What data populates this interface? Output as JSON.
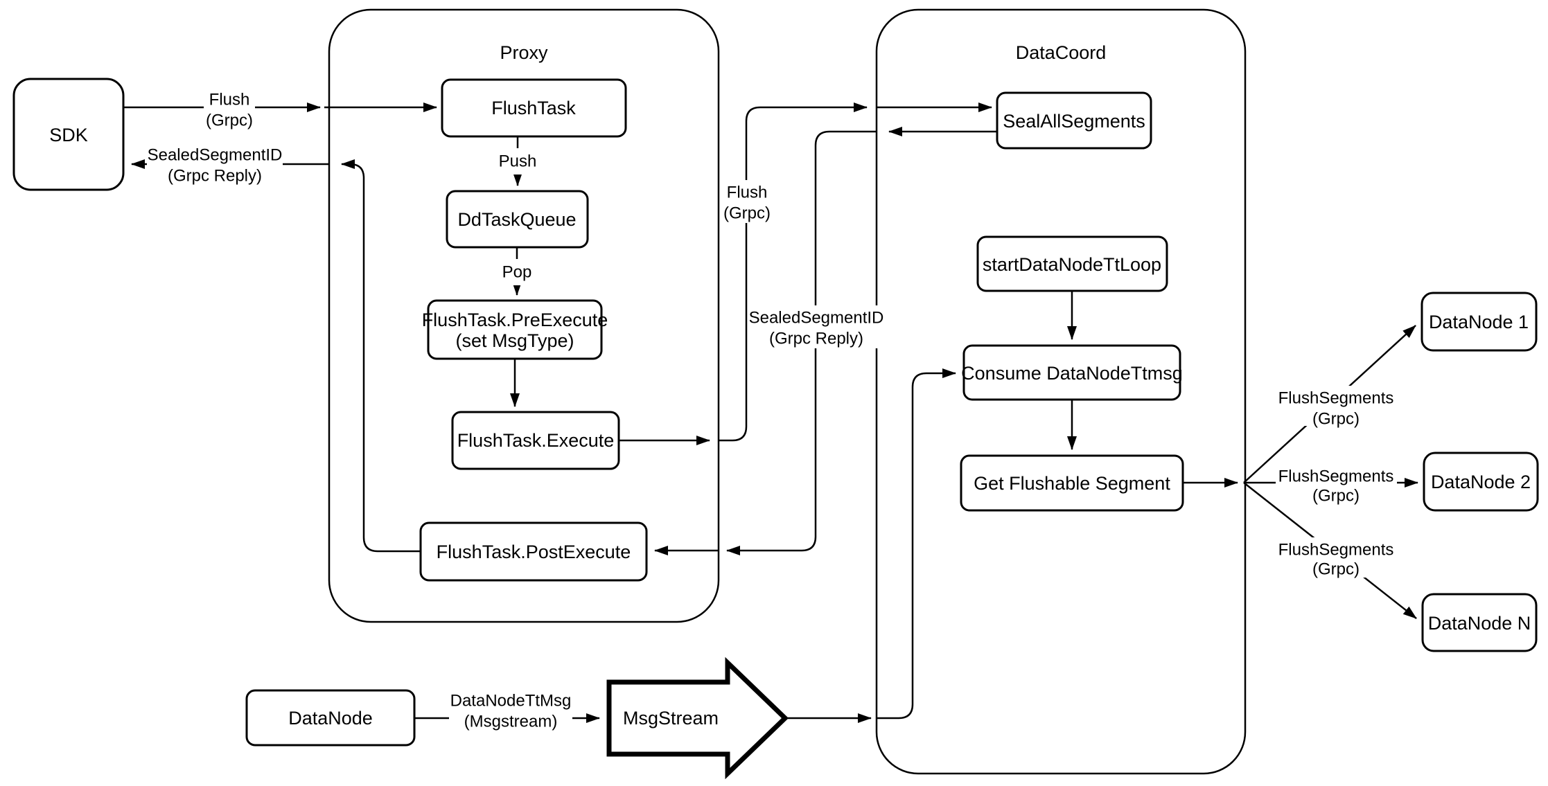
{
  "diagram": {
    "colors": {
      "stroke": "#000000",
      "background": "#ffffff"
    },
    "containers": {
      "proxy": {
        "title": "Proxy"
      },
      "datacoord": {
        "title": "DataCoord"
      }
    },
    "nodes": {
      "sdk": {
        "label": "SDK"
      },
      "flush_task": {
        "label": "FlushTask"
      },
      "dd_task_queue": {
        "label": "DdTaskQueue"
      },
      "pre_execute": {
        "label": "FlushTask.PreExecute",
        "label2": "(set MsgType)"
      },
      "execute": {
        "label": "FlushTask.Execute"
      },
      "post_execute": {
        "label": "FlushTask.PostExecute"
      },
      "seal_all_segments": {
        "label": "SealAllSegments"
      },
      "start_data_node_tt_loop": {
        "label": "startDataNodeTtLoop"
      },
      "consume_data_node_ttmsg": {
        "label": "Consume DataNodeTtmsg"
      },
      "get_flushable_segment": {
        "label": "Get Flushable Segment"
      },
      "data_node_1": {
        "label": "DataNode 1"
      },
      "data_node_2": {
        "label": "DataNode 2"
      },
      "data_node_n": {
        "label": "DataNode N"
      },
      "data_node": {
        "label": "DataNode"
      },
      "msg_stream": {
        "label": "MsgStream"
      }
    },
    "edge_labels": {
      "flush_grpc_sdk": {
        "line1": "Flush",
        "line2": "(Grpc)"
      },
      "sealed_segment_id_sdk": {
        "line1": "SealedSegmentID",
        "line2": "(Grpc Reply)"
      },
      "push": {
        "text": "Push"
      },
      "pop": {
        "text": "Pop"
      },
      "flush_grpc_datacoord": {
        "line1": "Flush",
        "line2": "(Grpc)"
      },
      "sealed_segment_id_datacoord": {
        "line1": "SealedSegmentID",
        "line2": "(Grpc Reply)"
      },
      "flush_segments_1": {
        "line1": "FlushSegments",
        "line2": "(Grpc)"
      },
      "flush_segments_2": {
        "line1": "FlushSegments",
        "line2": "(Grpc)"
      },
      "flush_segments_3": {
        "line1": "FlushSegments",
        "line2": "(Grpc)"
      },
      "data_node_tt_msg": {
        "line1": "DataNodeTtMsg",
        "line2": "(Msgstream)"
      }
    }
  }
}
